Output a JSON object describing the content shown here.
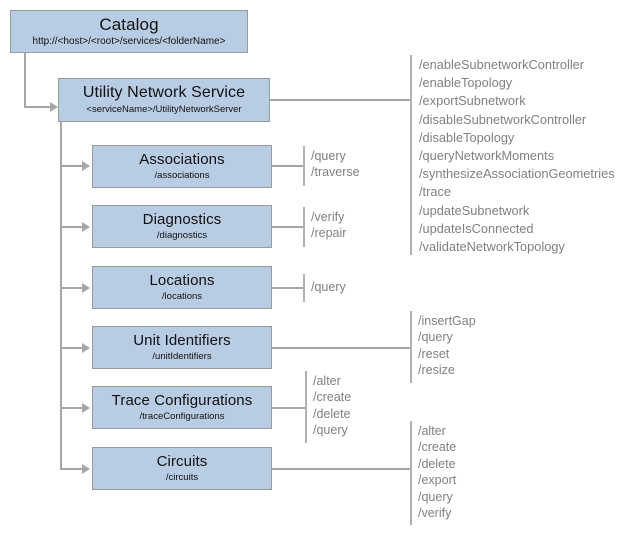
{
  "diagram": {
    "title": "Utility Network Service REST resource hierarchy",
    "colors": {
      "node_fill": "#b8cce4",
      "node_border": "#9a9a9a",
      "connector": "#a6a6a6",
      "ops_text": "#808080",
      "node_text": "#111111",
      "background": "#ffffff"
    }
  },
  "nodes": {
    "catalog": {
      "title": "Catalog",
      "path": "http://<host>/<root>/services/<folderName>"
    },
    "service": {
      "title": "Utility Network Service",
      "path": "<serviceName>/UtilityNetworkServer"
    },
    "associations": {
      "title": "Associations",
      "path": "/associations"
    },
    "diagnostics": {
      "title": "Diagnostics",
      "path": "/diagnostics"
    },
    "locations": {
      "title": "Locations",
      "path": "/locations"
    },
    "unit_identifiers": {
      "title": "Unit Identifiers",
      "path": "/unitIdentifiers"
    },
    "trace_configurations": {
      "title": "Trace Configurations",
      "path": "/traceConfigurations"
    },
    "circuits": {
      "title": "Circuits",
      "path": "/circuits"
    }
  },
  "operations": {
    "service": [
      "/enableSubnetworkController",
      "/enableTopology",
      "/exportSubnetwork",
      "/disableSubnetworkController",
      "/disableTopology",
      "/queryNetworkMoments",
      "/synthesizeAssociationGeometries",
      "/trace",
      "/updateSubnetwork",
      "/updateIsConnected",
      "/validateNetworkTopology"
    ],
    "associations": [
      "/query",
      "/traverse"
    ],
    "diagnostics": [
      "/verify",
      "/repair"
    ],
    "locations": [
      "/query"
    ],
    "unit_identifiers": [
      "/insertGap",
      "/query",
      "/reset",
      "/resize"
    ],
    "trace_configurations": [
      "/alter",
      "/create",
      "/delete",
      "/query"
    ],
    "circuits": [
      "/alter",
      "/create",
      "/delete",
      "/export",
      "/query",
      "/verify"
    ]
  }
}
